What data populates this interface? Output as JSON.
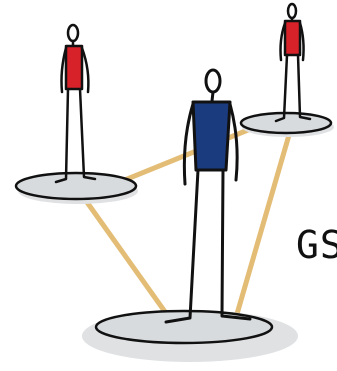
{
  "diagram": {
    "edge_label": "GS",
    "colors": {
      "link": "#e3bd76",
      "platform_fill": "#d8dbdd",
      "shadow": "#dfe1e3",
      "outline": "#111111",
      "shirt_red": "#d7222a",
      "shirt_blue": "#1b3b7f"
    },
    "figures": [
      {
        "name": "figure-left",
        "shirt": "red"
      },
      {
        "name": "figure-center",
        "shirt": "blue"
      },
      {
        "name": "figure-right",
        "shirt": "red"
      }
    ]
  }
}
